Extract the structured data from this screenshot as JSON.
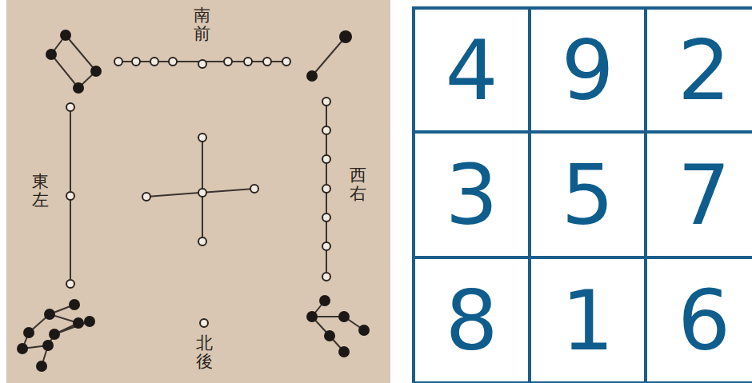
{
  "diagram": {
    "nodes": [
      {
        "text": [
          "4"
        ]
      },
      {
        "text": [
          "9"
        ]
      },
      {
        "text": [
          "2"
        ]
      },
      {
        "text": [
          "3"
        ]
      },
      {
        "text": [
          "5"
        ]
      },
      {
        "text": [
          "7"
        ]
      },
      {
        "text": [
          "8"
        ]
      },
      {
        "text": [
          "1"
        ]
      },
      {
        "text": [
          "6"
        ]
      }
    ],
    "labels": [
      "南前",
      "東左",
      "西右",
      "北後"
    ]
  }
}
